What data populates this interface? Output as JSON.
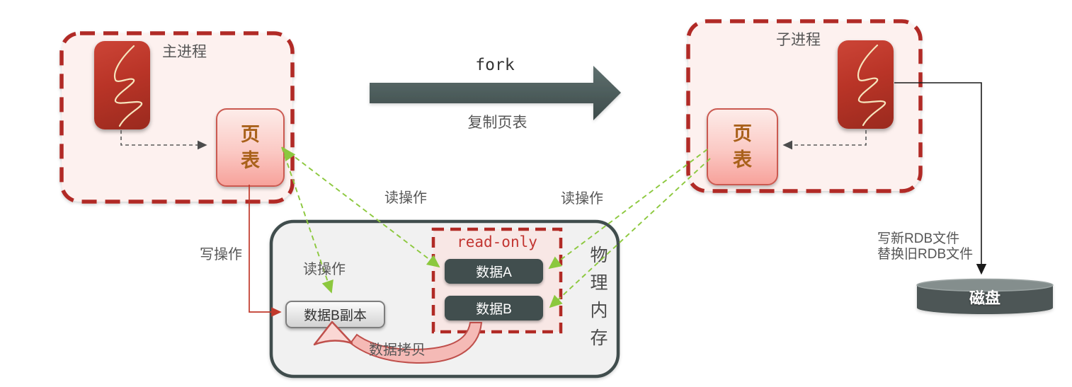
{
  "diagram": "redis-fork-copy-on-write",
  "main_process": {
    "label": "主进程",
    "page_table_label": "页表"
  },
  "child_process": {
    "label": "子进程",
    "page_table_label": "页表"
  },
  "fork": {
    "label": "fork",
    "sublabel": "复制页表"
  },
  "memory": {
    "label": "物理内存",
    "read_only": {
      "title": "read-only",
      "data_a": "数据A",
      "data_b": "数据B"
    },
    "data_b_copy": "数据B副本"
  },
  "annotations": {
    "read_op_left": "读操作",
    "read_op_right": "读操作",
    "read_op_inner": "读操作",
    "write_op": "写操作",
    "data_copy": "数据拷贝"
  },
  "disk": {
    "label": "磁盘",
    "note_line1": "写新RDB文件",
    "note_line2": "替换旧RDB文件"
  },
  "colors": {
    "dashed_red": "#b12a25",
    "process_fill": "#fdf1ef",
    "readonly_fill": "#f8e7e5",
    "green_arrow": "#8cc83e",
    "slate_dark": "#414e4e",
    "memory_fill": "#f1f1f1",
    "write_red": "#c0392b",
    "page_table_text": "#a9611b",
    "swoosh_pink": "#f5bab6"
  }
}
